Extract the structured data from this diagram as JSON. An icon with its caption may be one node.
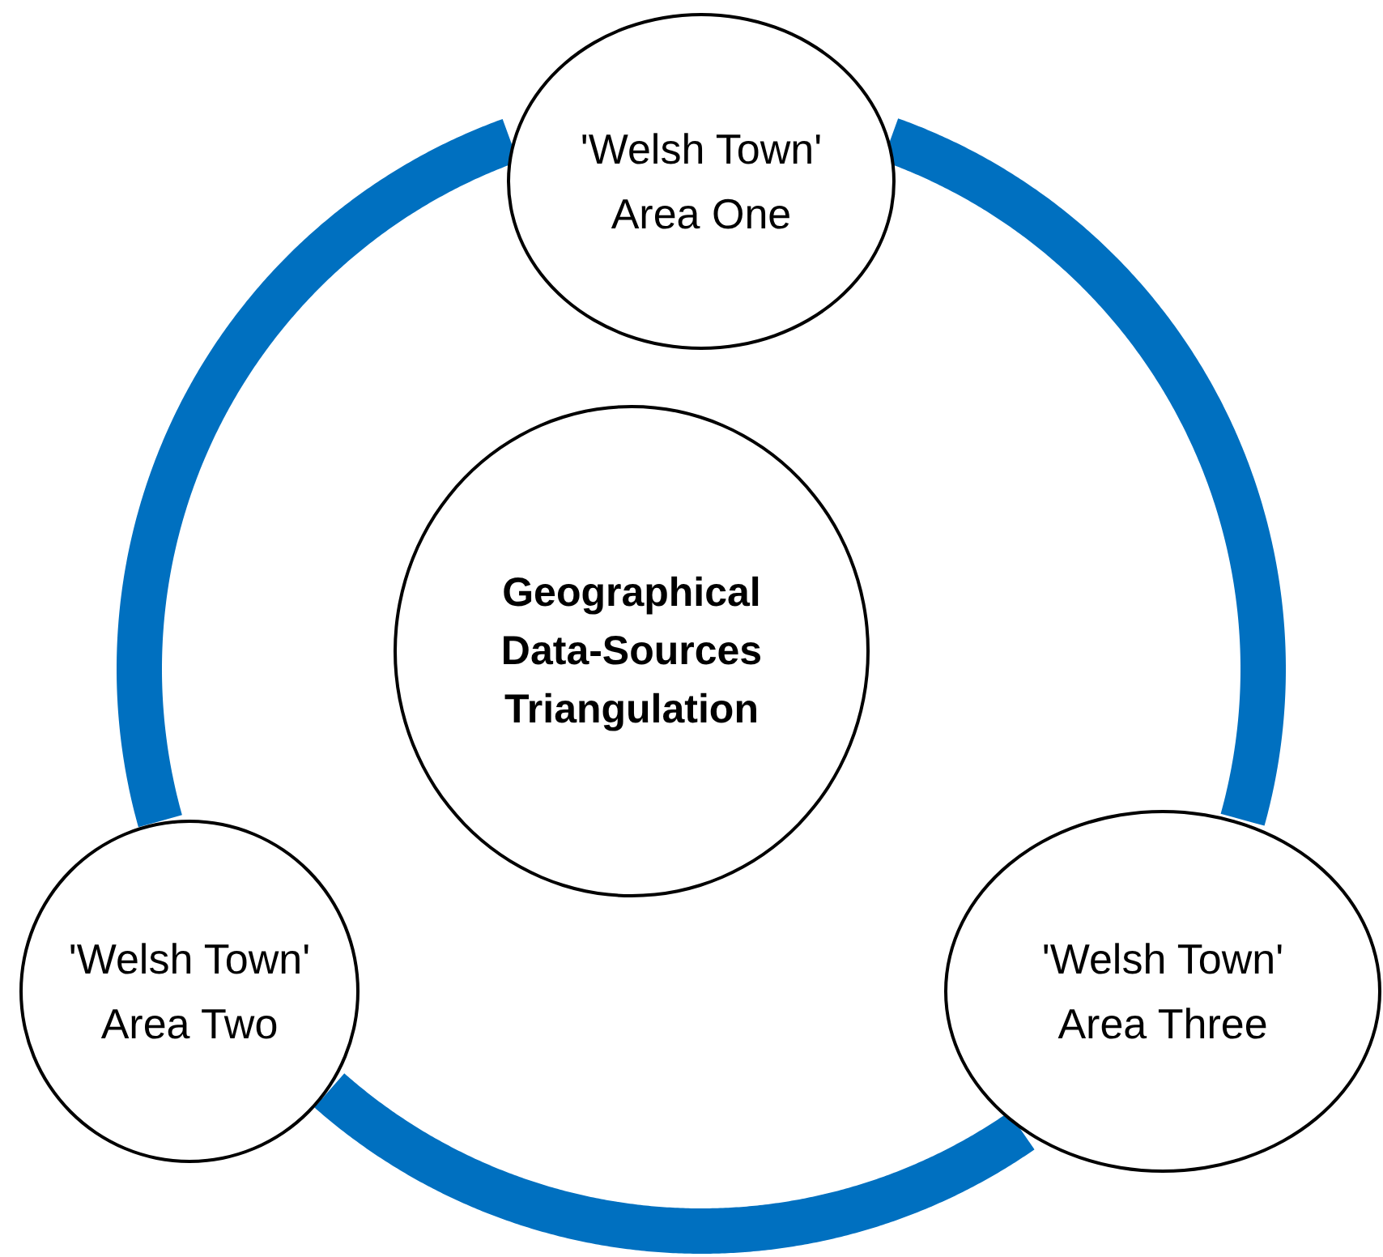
{
  "diagram": {
    "nodes": [
      {
        "text": [
          "'Welsh Town'",
          "Area One"
        ]
      },
      {
        "text": [
          "Geographical Data-Sources Triangulation"
        ]
      },
      {
        "text": [
          "'Welsh Town'",
          "Area Two"
        ]
      },
      {
        "text": [
          "'Welsh Town'",
          "Area Three"
        ]
      }
    ],
    "edges": [
      {
        "from": 0,
        "to": 3,
        "arrow": "none"
      },
      {
        "from": 3,
        "to": 2,
        "arrow": "none"
      },
      {
        "from": 2,
        "to": 0,
        "arrow": "none"
      }
    ]
  }
}
